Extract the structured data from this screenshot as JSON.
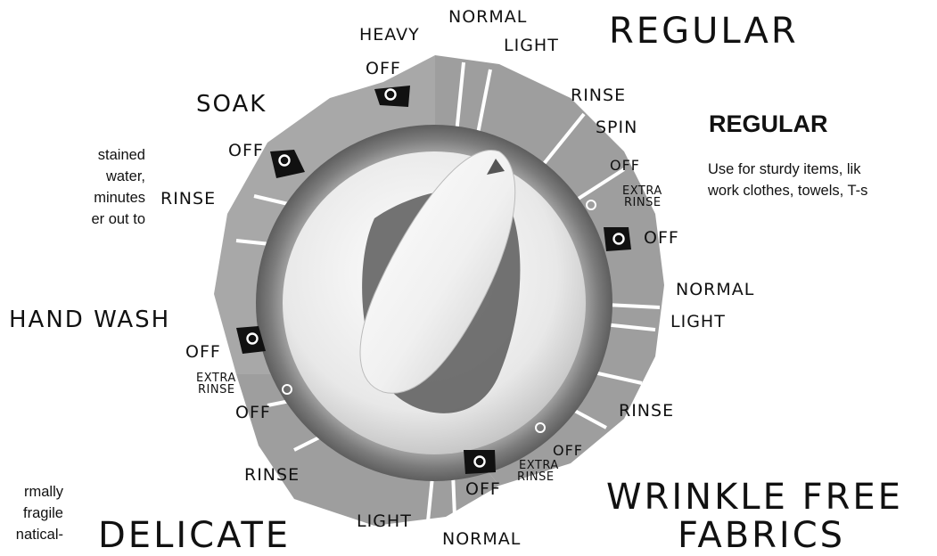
{
  "cycles": {
    "regular": "REGULAR",
    "wrinkle_free_line1": "WRINKLE FREE",
    "wrinkle_free_line2": "FABRICS",
    "delicate": "DELICATE",
    "hand_wash": "HAND WASH",
    "soak": "SOAK"
  },
  "settings": {
    "heavy": "HEAVY",
    "normal_top": "NORMAL",
    "light_top": "LIGHT",
    "rinse_regular": "RINSE",
    "spin_regular": "SPIN",
    "off_regular_small": "OFF",
    "extra_rinse_regular_1": "EXTRA",
    "extra_rinse_regular_2": "RINSE",
    "off_regular_end": "OFF",
    "normal_wf": "NORMAL",
    "light_wf": "LIGHT",
    "rinse_wf": "RINSE",
    "off_wf_small": "OFF",
    "extra_rinse_wf_1": "EXTRA",
    "extra_rinse_wf_2": "RINSE",
    "off_wf_end": "OFF",
    "light_bottom": "LIGHT",
    "normal_bottom": "NORMAL",
    "rinse_delicate": "RINSE",
    "off_delicate_small": "OFF",
    "extra_rinse_delicate_1": "EXTRA",
    "extra_rinse_delicate_2": "RINSE",
    "off_delicate_end": "OFF",
    "rinse_soak": "RINSE",
    "off_soak": "OFF",
    "off_top": "OFF"
  },
  "description": {
    "title": "REGULAR",
    "line1": "Use for sturdy items, lik",
    "line2": "work clothes, towels, T-s"
  },
  "left_text_top": [
    "stained",
    "water,",
    "minutes",
    "er out to"
  ],
  "left_text_bottom": [
    "rmally",
    "fragile",
    "natical-"
  ],
  "colors": {
    "band": "#9e9e9e",
    "band_dark": "#7a7a7a",
    "ring": "#8a8a8a",
    "knob_face": "#f2f2f2",
    "knob_shadow": "#5a5a5a",
    "marker": "#111111"
  }
}
